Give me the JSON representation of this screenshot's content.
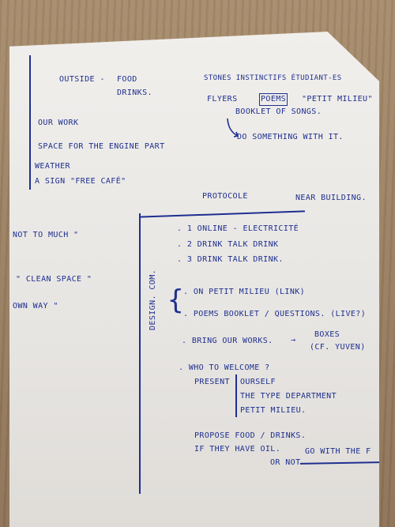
{
  "notes": {
    "left_list": {
      "outside": "Outside -",
      "food_drinks_1": "Food",
      "food_drinks_2": "Drinks.",
      "our_work": "Our work",
      "space": "Space for the engine part",
      "weather": "Weather",
      "sign": "A sign \"free café\""
    },
    "right_top": {
      "stones": "Stones instinctifs étudiant-es",
      "flyers_prefix": "Flyers",
      "poems": "Poems",
      "petit_milieu": "\"Petit milieu\"",
      "booklet": "Booklet of songs.",
      "do_something": "Do something with it."
    },
    "protocole": {
      "heading": "Protocole",
      "near": "Near building.",
      "step1": ". 1 Online - Electricité",
      "step2": ". 2 Drink talk drink",
      "step3": ". 3 Drink talk drink.",
      "design_label": "Design. com.",
      "com1": ". on petit milieu (link)",
      "com2": ". Poems booklet / questions. (live?)",
      "bring": ". Bring our works.",
      "boxes_1": "Boxes",
      "boxes_2": "(cf. Yuven)",
      "welcome": ". Who to welcome ?",
      "present": "Present",
      "ourself": "Ourself",
      "type_dept": "The type department",
      "petit_milieu": "Petit milieu.",
      "propose": "Propose food / drinks.",
      "if_they": "If they have oil.",
      "or_not": "or not",
      "go_with": "Go with the f"
    },
    "margin": {
      "not_much": "not to much \"",
      "clean_space": "\" clean space \"",
      "own_way": "own way \""
    }
  }
}
